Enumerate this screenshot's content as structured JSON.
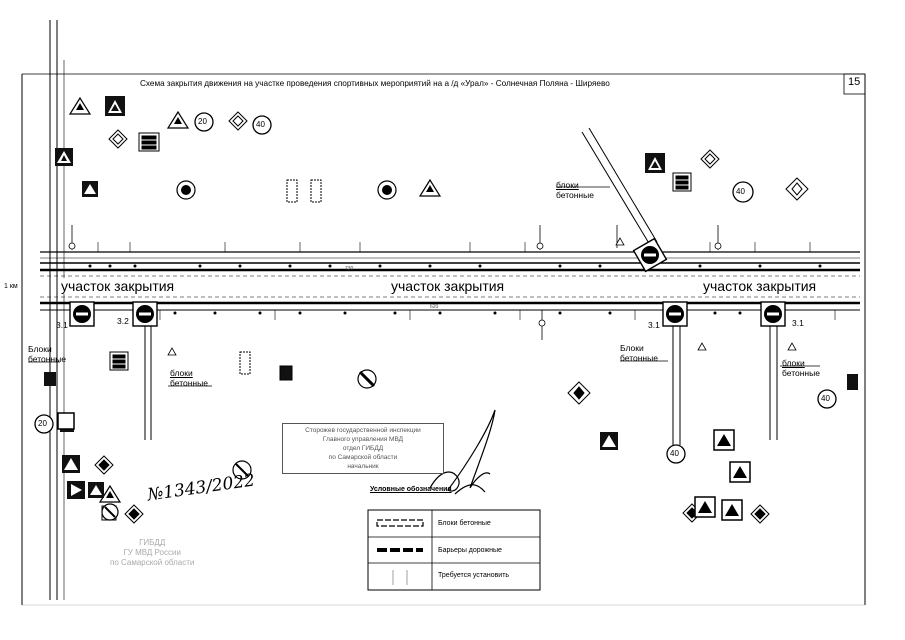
{
  "header": {
    "title": "Схема закрытия движения на участке проведения спортивных мероприятий на а /д «Урал» - Солнечная Поляна - Ширяево",
    "page_number": "15"
  },
  "road": {
    "section_label": "участок закрытия",
    "left_end_label": "1 км",
    "center_marks": [
      "730",
      "620"
    ]
  },
  "labels": {
    "blocks": "блоки",
    "concrete": "бетонные",
    "blocks_cap": "Блоки",
    "sign_ids": [
      "3.1",
      "3.2",
      "3.1",
      "3.1"
    ]
  },
  "signs": {
    "speed_limits": [
      "20",
      "40",
      "40",
      "40",
      "20",
      "40"
    ]
  },
  "legend": {
    "title": "Условные обозначения",
    "items": [
      {
        "label": "Блоки бетонные"
      },
      {
        "label": "Барьеры дорожные"
      },
      {
        "label": "Требуется установить"
      }
    ]
  },
  "stamp": {
    "lines": [
      "Сторожев государственной инспекции",
      "Главного управления МВД",
      "отдел ГИБДД",
      "по Самарской области",
      "начальник"
    ]
  },
  "handwriting": {
    "reference": "№1343/2022"
  },
  "faded_stamp": {
    "lines": [
      "ГИБДД",
      "ГУ МВД России",
      "по Самарской области"
    ]
  },
  "colors": {
    "ink": "#000000",
    "muted": "#666666"
  }
}
